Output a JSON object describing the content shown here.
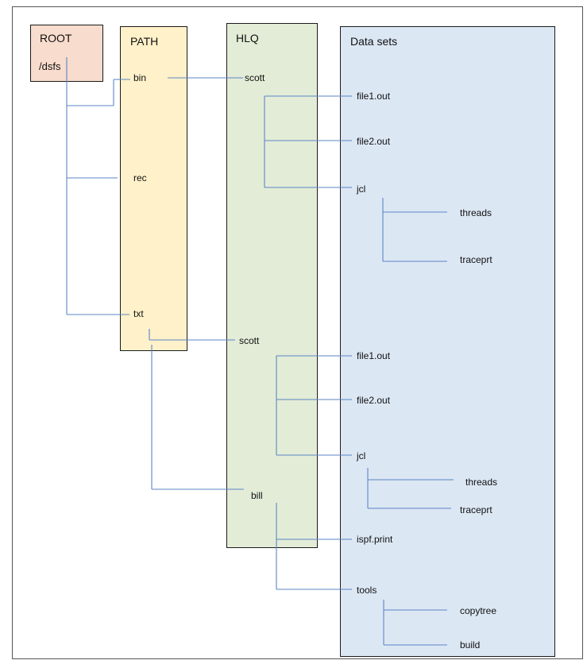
{
  "columns": {
    "root": {
      "title": "ROOT",
      "path": "/dsfs"
    },
    "path": {
      "title": "PATH"
    },
    "hlq": {
      "title": "HLQ"
    },
    "datasets": {
      "title": "Data sets"
    }
  },
  "path_items": [
    "bin",
    "rec",
    "txt"
  ],
  "hlq_items": [
    "scott",
    "scott",
    "bill"
  ],
  "dataset_items": [
    "file1.out",
    "file2.out",
    "jcl",
    "threads",
    "traceprt",
    "file1.out",
    "file2.out",
    "jcl",
    "threads",
    "traceprt",
    "ispf.print",
    "tools",
    "copytree",
    "build"
  ]
}
